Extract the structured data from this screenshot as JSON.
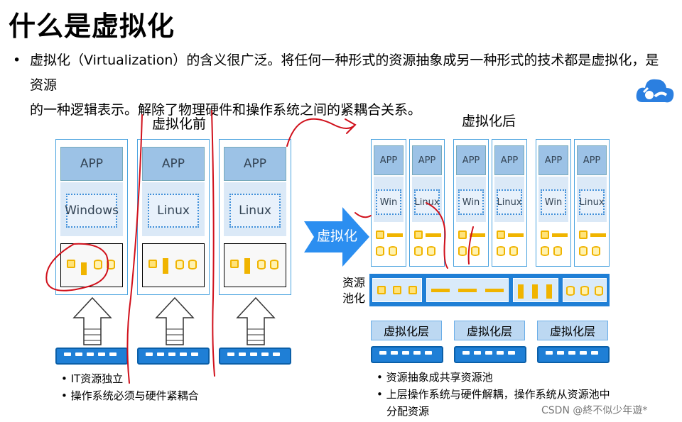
{
  "title": "什么是虚拟化",
  "intro": {
    "line1": "虚拟化（Virtualization）的含义很广泛。将任何一种形式的资源抽象成另一种形式的技术都是虚拟化，是资源",
    "line2": "的一种逻辑表示。解除了物理硬件和操作系统之间的紧耦合关系。"
  },
  "before": {
    "heading": "虚拟化前",
    "machines": [
      {
        "app": "APP",
        "os": "Windows"
      },
      {
        "app": "APP",
        "os": "Linux"
      },
      {
        "app": "APP",
        "os": "Linux"
      }
    ],
    "notes": [
      "IT资源独立",
      "操作系统必须与硬件紧耦合"
    ]
  },
  "arrow_label": "虚拟化",
  "after": {
    "heading": "虚拟化后",
    "vms": [
      {
        "app": "APP",
        "os": "Win"
      },
      {
        "app": "APP",
        "os": "Linux"
      },
      {
        "app": "APP",
        "os": "Win"
      },
      {
        "app": "APP",
        "os": "Linux"
      },
      {
        "app": "APP",
        "os": "Win"
      },
      {
        "app": "APP",
        "os": "Linux"
      }
    ],
    "pool_label": "资源\n池化",
    "layers": [
      "虚拟化层",
      "虚拟化层",
      "虚拟化层"
    ],
    "notes": [
      "资源抽象成共享资源池",
      "上层操作系统与硬件解耦，操作系统从资源池中",
      "分配资源"
    ]
  },
  "watermark": "CSDN @終不似少年遊*",
  "colors": {
    "accent": "#1f7fd6",
    "app": "#9cc2e6",
    "hw": "#f0b400",
    "ink": "#d0101b"
  }
}
